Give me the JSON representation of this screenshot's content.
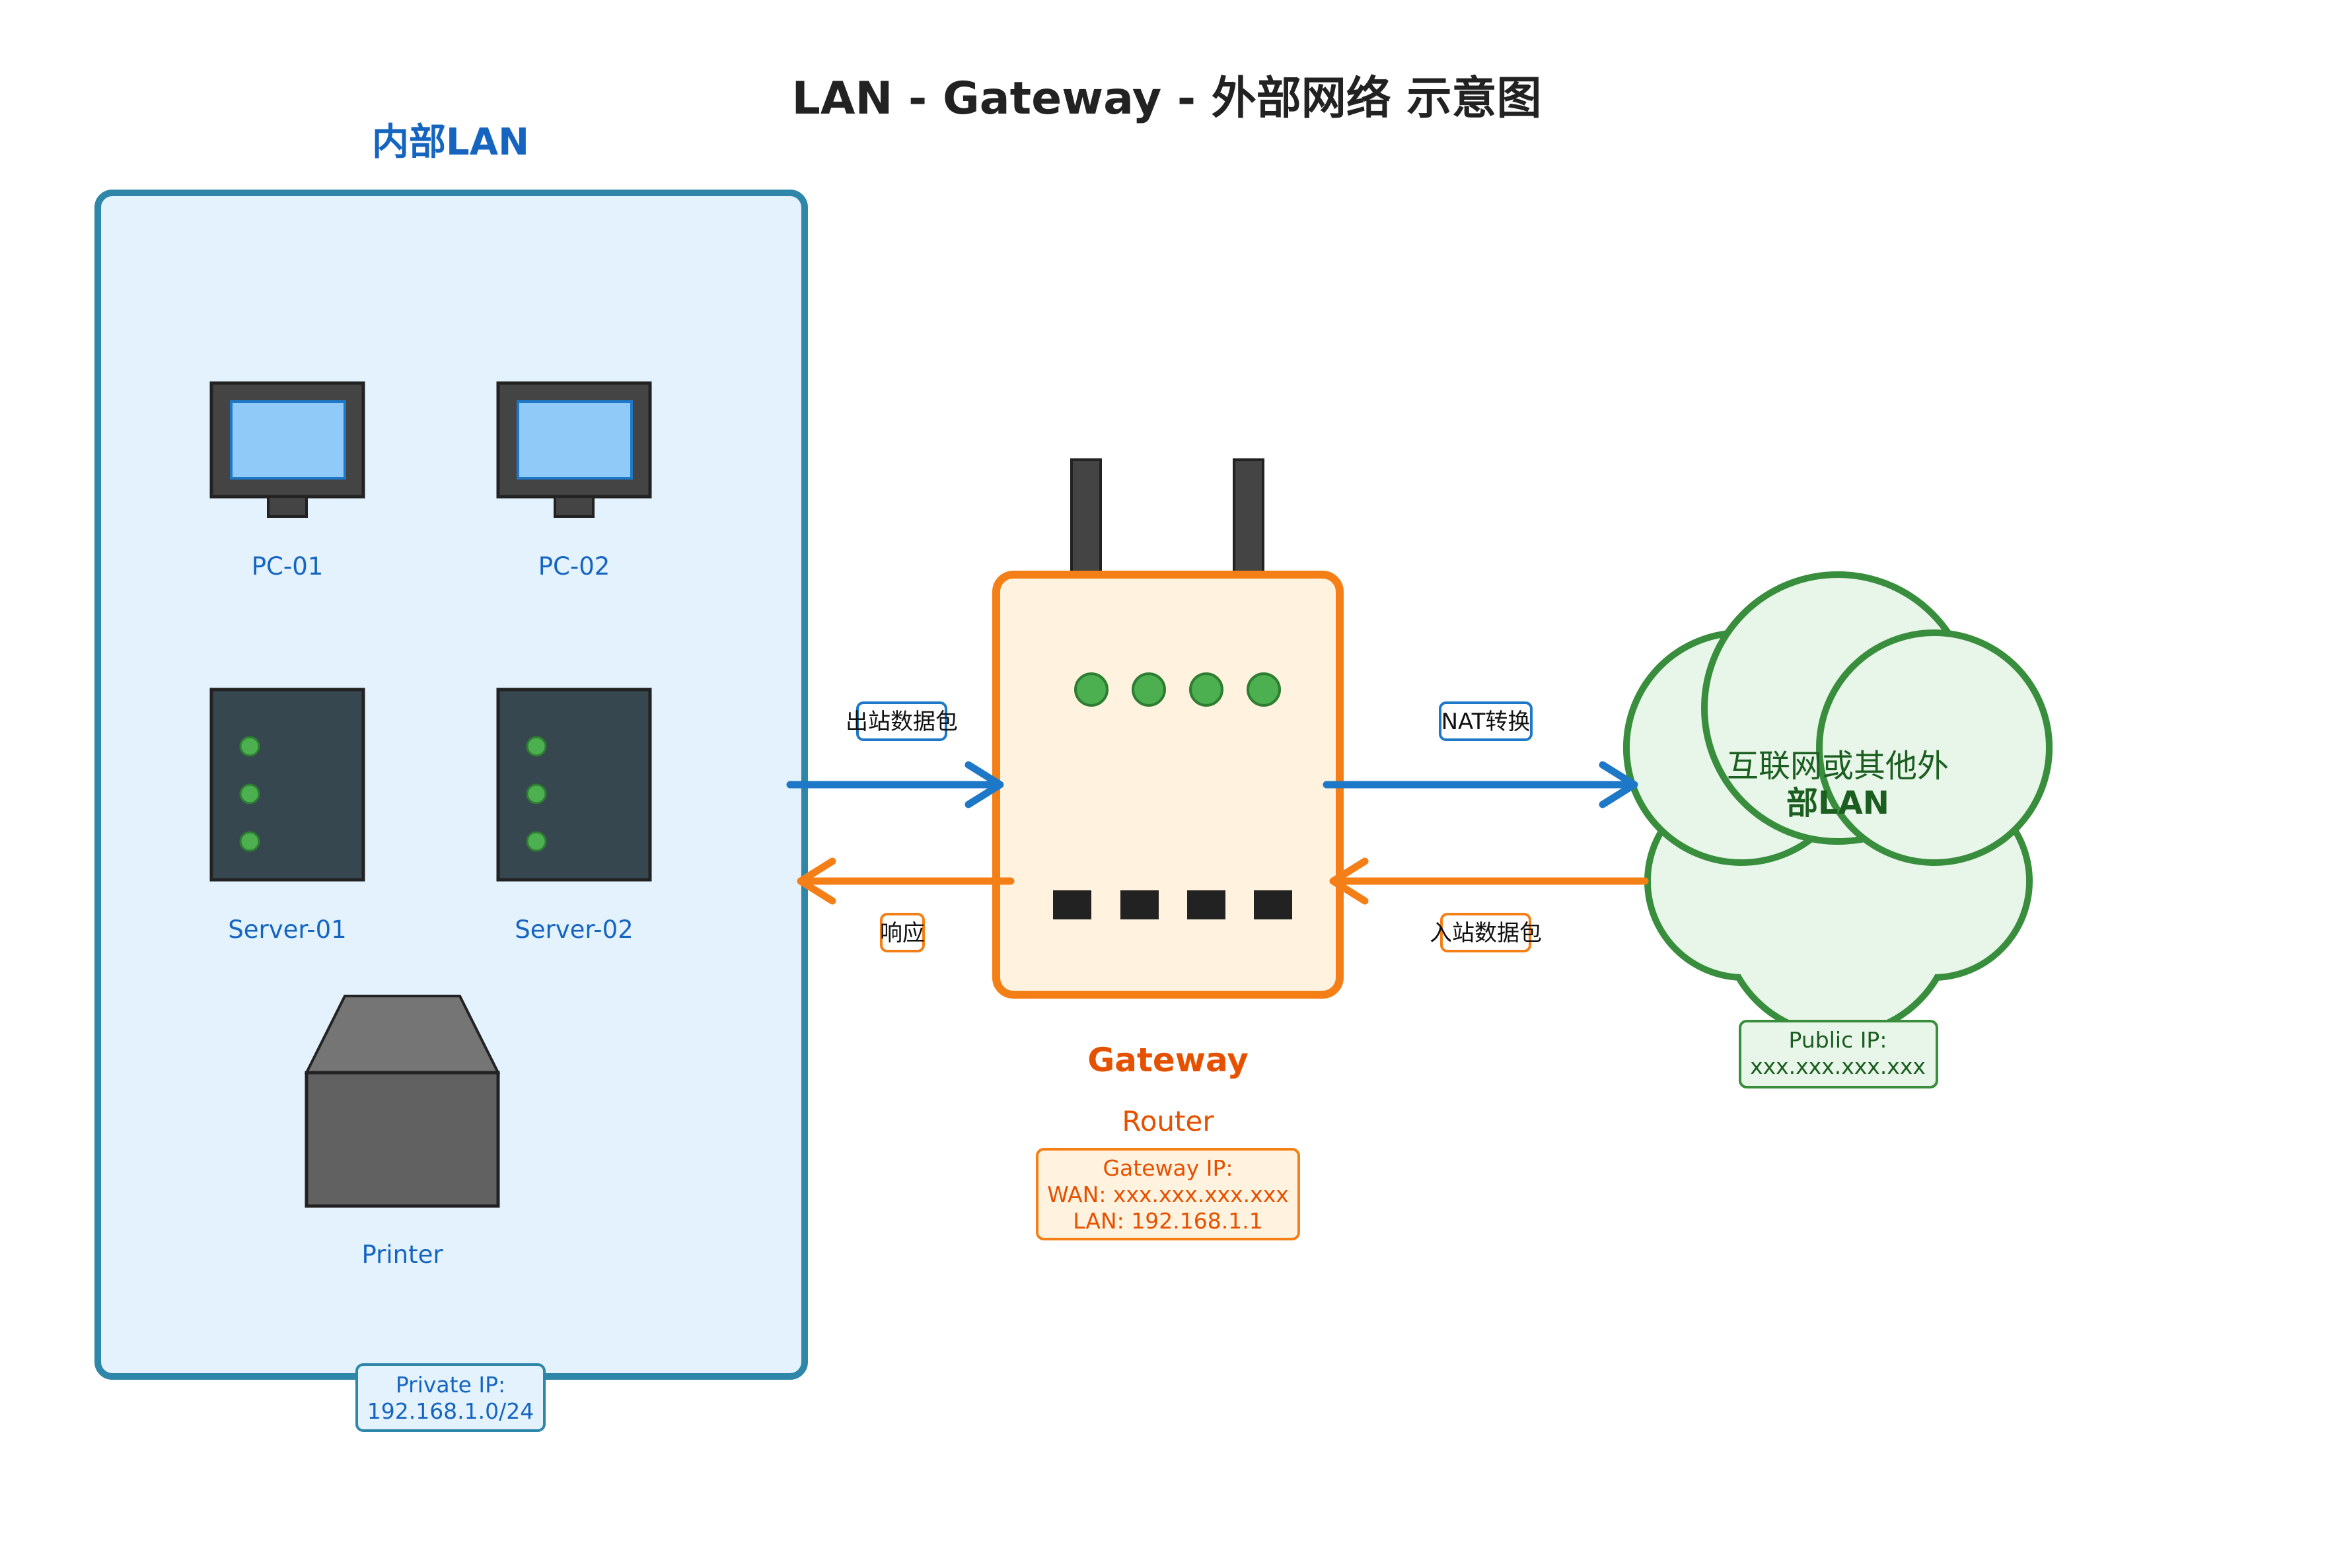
{
  "title": "LAN - Gateway - 外部网络 示意图",
  "lan": {
    "title": "内部LAN",
    "devices": {
      "pc1": "PC-01",
      "pc2": "PC-02",
      "server1": "Server-01",
      "server2": "Server-02",
      "printer": "Printer"
    },
    "ip_label": "Private IP:",
    "ip_value": "192.168.1.0/24"
  },
  "gateway": {
    "title": "Gateway",
    "subtitle": "Router",
    "ip_line1": "Gateway IP:",
    "ip_line2": "WAN: xxx.xxx.xxx.xxx",
    "ip_line3": "LAN: 192.168.1.1"
  },
  "external": {
    "line1": "互联网或其他外",
    "line2": "部LAN",
    "ip_label": "Public IP:",
    "ip_value": "xxx.xxx.xxx.xxx"
  },
  "arrows": {
    "lan_to_gw": "出站数据包",
    "gw_to_lan": "响应",
    "gw_to_ext": "NAT转换",
    "ext_to_gw": "入站数据包"
  },
  "colors": {
    "lan_border": "#2e86a8",
    "lan_fill": "#e3f2fd",
    "lan_text": "#1565c0",
    "gateway_border": "#f57f17",
    "gateway_fill": "#fff3e0",
    "gateway_text": "#e65100",
    "external_border": "#388e3c",
    "external_fill": "#e8f5e9",
    "external_text": "#1b5e20",
    "outbound_arrow": "#1e78c8",
    "inbound_arrow": "#f57f17"
  }
}
